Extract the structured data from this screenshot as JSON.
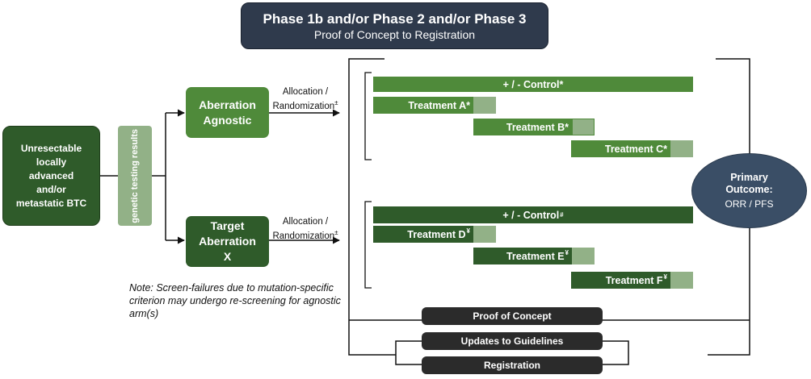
{
  "title": {
    "main": "Phase 1b and/or Phase 2 and/or Phase 3",
    "sub": "Proof of Concept to Registration"
  },
  "population": "Unresectable locally advanced and/or metastatic BTC",
  "screening": "genetic testing results",
  "arms": {
    "agnostic": "Aberration Agnostic",
    "target": "Target Aberration X"
  },
  "allocation": {
    "label_line1": "Allocation /",
    "label_line2": "Randomization",
    "mark": "±"
  },
  "upper_bars": {
    "control": {
      "label": "+ / - Control",
      "mark": "*"
    },
    "a": {
      "label": "Treatment A",
      "mark": "*"
    },
    "b": {
      "label": "Treatment B",
      "mark": "*"
    },
    "c": {
      "label": "Treatment C",
      "mark": "*"
    }
  },
  "lower_bars": {
    "control": {
      "label": "+ / - Control",
      "mark": "#"
    },
    "d": {
      "label": "Treatment D",
      "mark": "¥"
    },
    "e": {
      "label": "Treatment E",
      "mark": "¥"
    },
    "f": {
      "label": "Treatment F",
      "mark": "¥"
    }
  },
  "note": "Note: Screen-failures due to mutation-specific criterion may undergo re-screening for agnostic arm(s)",
  "outcome": {
    "title": "Primary Outcome:",
    "measures": "ORR / PFS"
  },
  "stages": {
    "poc": "Proof of Concept",
    "guidelines": "Updates to Guidelines",
    "registration": "Registration"
  },
  "colors": {
    "title_bg": "#2f3a4c",
    "dark_green": "#2f5b2a",
    "mid_green": "#4f8a3a",
    "pale_green": "#92b187",
    "oval": "#3a4e66",
    "stage_pill": "#2b2b2b"
  }
}
